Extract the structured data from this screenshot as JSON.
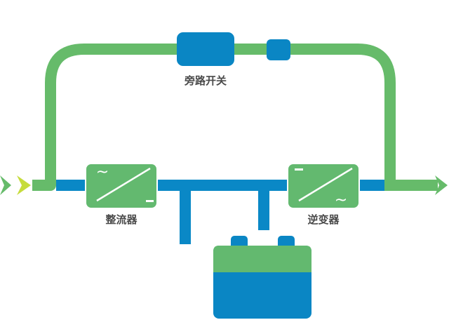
{
  "diagram": {
    "components": {
      "bypass_switch": {
        "label": "旁路开关"
      },
      "rectifier": {
        "label": "整流器",
        "symbol_ac": "~",
        "symbol_dc": "—"
      },
      "inverter": {
        "label": "逆变器",
        "symbol_ac": "~",
        "symbol_dc": "—"
      },
      "battery": {
        "label": ""
      }
    },
    "colors": {
      "green_line": "#66bb6a",
      "green_block": "#63b96f",
      "blue_line": "#0a88c6",
      "blue_block": "#0a86c4",
      "input_arrow": "#c6dc3c",
      "label_text": "#4a4a4a"
    }
  }
}
